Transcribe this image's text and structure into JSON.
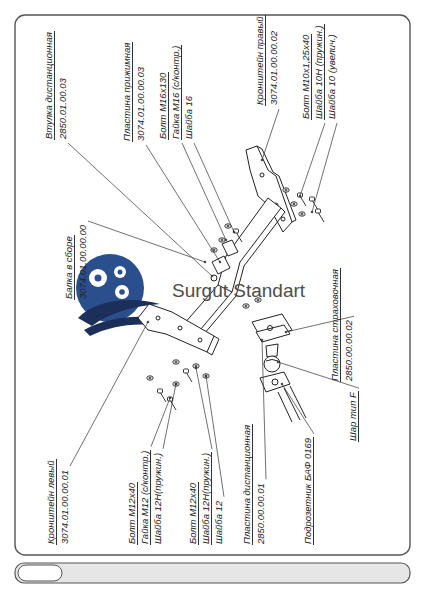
{
  "diagram": {
    "labels": [
      "Втулка дистанционная",
      "2850.01.00.03",
      "Пластина прижимная",
      "3074.01.00.00.03",
      "Болт М16х130",
      "Гайка М16 (с/контр.)",
      "Шайба 16",
      "Кронштейн правый",
      "3074.01.00.00.02",
      "Болт М10х1,25х40",
      "Шайба 10Н (пружин.)",
      "Шайба 10 (увелич.)",
      "Балка в сборе",
      "3074.01.00.00.00",
      "Пластина страховочная",
      "2850.00.00.02",
      "Шар тип F",
      "Подрозетник БАФ 0169",
      "Пластина дистанционная",
      "2850.00.00.01",
      "Болт М12х40",
      "Шайба 12Н(пружин.)",
      "Шайба 12",
      "Болт М12х40",
      "Гайка М12 (с/контр.)",
      "Шайба 12Н(пружин.)",
      "Кронштейн левый",
      "3074.01.00.00.01",
      "Surgut Standart"
    ]
  }
}
